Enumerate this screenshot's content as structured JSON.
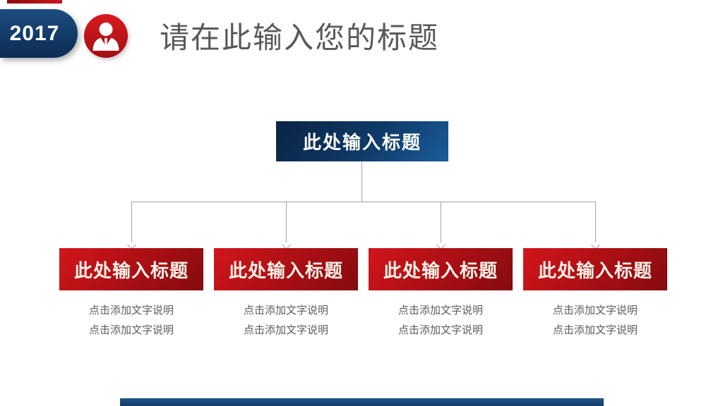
{
  "header": {
    "year": "2017",
    "title": "请在此输入您的标题"
  },
  "diagram": {
    "root_label": "此处输入标题",
    "branches": [
      {
        "label": "此处输入标题",
        "captions": [
          "点击添加文字说明",
          "点击添加文字说明"
        ]
      },
      {
        "label": "此处输入标题",
        "captions": [
          "点击添加文字说明",
          "点击添加文字说明"
        ]
      },
      {
        "label": "此处输入标题",
        "captions": [
          "点击添加文字说明",
          "点击添加文字说明"
        ]
      },
      {
        "label": "此处输入标题",
        "captions": [
          "点击添加文字说明",
          "点击添加文字说明"
        ]
      }
    ]
  },
  "icons": {
    "avatar": "person-icon"
  },
  "colors": {
    "accent_red": "#c0151b",
    "accent_navy": "#123a66",
    "root_box_blue_dark": "#0a2444",
    "root_box_blue_light": "#1a5c9b",
    "branch_box_red_light": "#d2161c",
    "branch_box_red_dark": "#850b0e",
    "title_gray": "#595959",
    "caption_gray": "#5d5d5d",
    "connector_gray": "#a3a3a3"
  }
}
